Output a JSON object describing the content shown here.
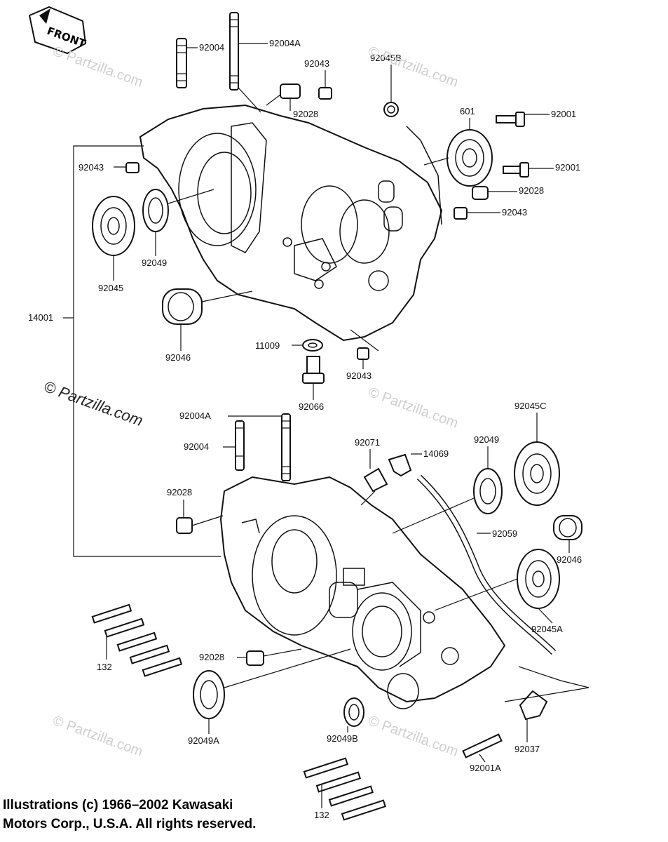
{
  "front_label": "FRONT",
  "labels": {
    "p92004_top": "92004",
    "p92004A_top": "92004A",
    "p92043_top": "92043",
    "p92045B": "92045B",
    "p92028_top": "92028",
    "p601": "601",
    "p92001_a": "92001",
    "p92001_b": "92001",
    "p92028_r": "92028",
    "p92043_r": "92043",
    "p92043_l": "92043",
    "p92049_l": "92049",
    "p92045_l": "92045",
    "p14001": "14001",
    "p92046_l": "92046",
    "p11009": "11009",
    "p92043_b": "92043",
    "p92066": "92066",
    "p92004A_mid": "92004A",
    "p92004_mid": "92004",
    "p92071": "92071",
    "p14069": "14069",
    "p92049_r": "92049",
    "p92045C": "92045C",
    "p92028_mid": "92028",
    "p92059": "92059",
    "p92046_r": "92046",
    "p92045A": "92045A",
    "p132_a": "132",
    "p92028_low": "92028",
    "p92049A": "92049A",
    "p92049B": "92049B",
    "p92037": "92037",
    "p92001A": "92001A",
    "p132_b": "132"
  },
  "watermarks": {
    "small": "© Partzilla.com",
    "big": "© Partzilla.com"
  },
  "copyright": "Illustrations (c) 1966–2002 Kawasaki\nMotors Corp., U.S.A.  All rights reserved."
}
